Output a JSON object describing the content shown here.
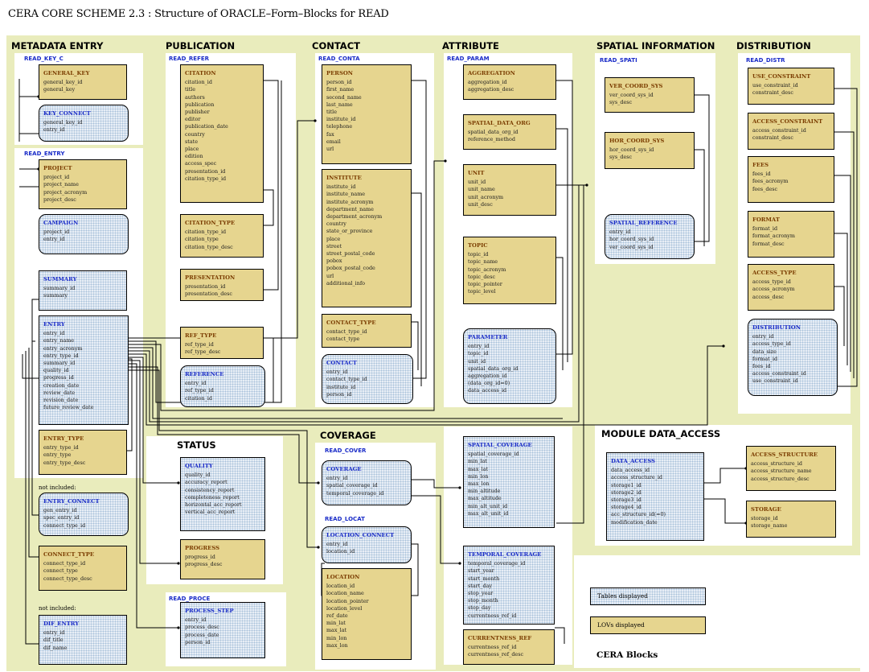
{
  "title": "CERA CORE SCHEME 2.3 :   Structure of ORACLE–Form–Blocks for READ",
  "sections": {
    "metadata": "METADATA ENTRY",
    "publication": "PUBLICATION",
    "contact": "CONTACT",
    "attribute": "ATTRIBUTE",
    "spatial": "SPATIAL INFORMATION",
    "distribution": "DISTRIBUTION",
    "status": "STATUS",
    "coverage": "COVERAGE",
    "module": "MODULE DATA_ACCESS"
  },
  "block_labels": {
    "read_key_c": "READ_KEY_C",
    "read_entry": "READ_ENTRY",
    "read_refer": "READ_REFER",
    "read_conta": "READ_CONTA",
    "read_param": "READ_PARAM",
    "read_spati": "READ_SPATI",
    "read_distr": "READ_DISTR",
    "read_cover": "READ_COVER",
    "read_locat": "READ_LOCAT",
    "read_proce": "READ_PROCE"
  },
  "notes": {
    "not_included_1": "not included:",
    "not_included_2": "not included:"
  },
  "legend": {
    "tables": "Tables displayed",
    "lovs": "LOVs displayed",
    "blocks": "CERA Blocks"
  },
  "boxes": {
    "general_key": {
      "title": "GENERAL_KEY",
      "fields": [
        "general_key_id",
        "general_key"
      ]
    },
    "key_connect": {
      "title": "KEY_CONNECT",
      "fields": [
        "general_key_id",
        "entry_id"
      ]
    },
    "project": {
      "title": "PROJECT",
      "fields": [
        "project_id",
        "project_name",
        "project_acronym",
        "project_desc"
      ]
    },
    "campaign": {
      "title": "CAMPAIGN",
      "fields": [
        "project_id",
        "entry_id"
      ]
    },
    "summary": {
      "title": "SUMMARY",
      "fields": [
        "summary_id",
        "summary"
      ]
    },
    "entry": {
      "title": "ENTRY",
      "fields": [
        "entry_id",
        "entry_name",
        "entry_acronym",
        "entry_type_id",
        "summary_id",
        "quality_id",
        "progress_id",
        "creation_date",
        "review_date",
        "revision_date",
        "future_review_date"
      ]
    },
    "entry_type": {
      "title": "ENTRY_TYPE",
      "fields": [
        "entry_type_id",
        "entry_type",
        "entry_type_desc"
      ]
    },
    "entry_connect": {
      "title": "ENTRY_CONNECT",
      "fields": [
        "gen_entry_id",
        "spec_entry_id",
        "connect_type_id"
      ]
    },
    "connect_type": {
      "title": "CONNECT_TYPE",
      "fields": [
        "connect_type_id",
        "connect_type",
        "connect_type_desc"
      ]
    },
    "dif_entry": {
      "title": "DIF_ENTRY",
      "fields": [
        "entry_id",
        "dif_title",
        "dif_name"
      ]
    },
    "citation": {
      "title": "CITATION",
      "fields": [
        "citation_id",
        "title",
        "authors",
        "publication",
        "publisher",
        "editor",
        "publication_date",
        "country",
        "state",
        "place",
        "edition",
        "access_spec",
        "presentation_id",
        "citation_type_id"
      ]
    },
    "citation_type": {
      "title": "CITATION_TYPE",
      "fields": [
        "citation_type_id",
        "citation_type",
        "citation_type_desc"
      ]
    },
    "presentation": {
      "title": "PRESENTATION",
      "fields": [
        "presentation_id",
        "presentation_desc"
      ]
    },
    "ref_type": {
      "title": "REF_TYPE",
      "fields": [
        "ref_type_id",
        "ref_type_desc"
      ]
    },
    "reference": {
      "title": "REFERENCE",
      "fields": [
        "entry_id",
        "ref_type_id",
        "citation_id"
      ]
    },
    "person": {
      "title": "PERSON",
      "fields": [
        "person_id",
        "first_name",
        "second_name",
        "last_name",
        "title",
        "institute_id",
        "telephone",
        "fax",
        "email",
        "url"
      ]
    },
    "institute": {
      "title": "INSTITUTE",
      "fields": [
        "institute_id",
        "institute_name",
        "institute_acronym",
        "department_name",
        "department_acronym",
        "country",
        "state_or_province",
        "place",
        "street",
        "street_postal_code",
        "pobox",
        "pobox_postal_code",
        "url",
        "additional_info"
      ]
    },
    "contact_type": {
      "title": "CONTACT_TYPE",
      "fields": [
        "contact_type_id",
        "contact_type"
      ]
    },
    "contact": {
      "title": "CONTACT",
      "fields": [
        "entry_id",
        "contact_type_id",
        "institute_id",
        "person_id"
      ]
    },
    "aggregation": {
      "title": "AGGREGATION",
      "fields": [
        "aggregation_id",
        "aggregation_desc"
      ]
    },
    "spatial_data_org": {
      "title": "SPATIAL_DATA_ORG",
      "fields": [
        "spatial_data_org_id",
        "reference_method"
      ]
    },
    "unit": {
      "title": "UNIT",
      "fields": [
        "unit_id",
        "unit_name",
        "unit_acronym",
        "unit_desc"
      ]
    },
    "topic": {
      "title": "TOPIC",
      "fields": [
        "topic_id",
        "topic_name",
        "topic_acronym",
        "topic_desc",
        "topic_pointer",
        "topic_level"
      ]
    },
    "parameter": {
      "title": "PARAMETER",
      "fields": [
        "entry_id",
        "topic_id",
        "unit_id",
        "spatial_data_org_id",
        "aggregation_id",
        "(data_org_id=0)",
        "data_access_id"
      ]
    },
    "ver_coord_sys": {
      "title": "VER_COORD_SYS",
      "fields": [
        "ver_coord_sys_id",
        "sys_desc"
      ]
    },
    "hor_coord_sys": {
      "title": "HOR_COORD_SYS",
      "fields": [
        "hor_coord_sys_id",
        "sys_desc"
      ]
    },
    "spatial_reference": {
      "title": "SPATIAL_REFERENCE",
      "fields": [
        "entry_id",
        "hor_coord_sys_id",
        "ver_coord_sys_id"
      ]
    },
    "use_constraint": {
      "title": "USE_CONSTRAINT",
      "fields": [
        "use_constraint_id",
        "constraint_desc"
      ]
    },
    "access_constraint": {
      "title": "ACCESS_CONSTRAINT",
      "fields": [
        "access_constraint_id",
        "constraint_desc"
      ]
    },
    "fees": {
      "title": "FEES",
      "fields": [
        "fees_id",
        "fees_acronym",
        "fees_desc"
      ]
    },
    "format": {
      "title": "FORMAT",
      "fields": [
        "format_id",
        "format_acronym",
        "format_desc"
      ]
    },
    "access_type": {
      "title": "ACCESS_TYPE",
      "fields": [
        "access_type_id",
        "access_acronym",
        "access_desc"
      ]
    },
    "distribution": {
      "title": "DISTRIBUTION",
      "fields": [
        "entry_id",
        "access_type_id",
        "data_size",
        "format_id",
        "fees_id",
        "access_constraint_id",
        "use_constraint_id"
      ]
    },
    "quality": {
      "title": "QUALITY",
      "fields": [
        "quality_id",
        "accuracy_report",
        "consistency_report",
        "completeness_report",
        "horizontal_acc_report",
        "vertical_acc_report"
      ]
    },
    "progress": {
      "title": "PROGRESS",
      "fields": [
        "progress_id",
        "progress_desc"
      ]
    },
    "process_step": {
      "title": "PROCESS_STEP",
      "fields": [
        "entry_id",
        "process_desc",
        "process_date",
        "person_id"
      ]
    },
    "coverage": {
      "title": "COVERAGE",
      "fields": [
        "entry_id",
        "spatial_coverage_id",
        "temporal_coverage_id"
      ]
    },
    "location_connect": {
      "title": "LOCATION_CONNECT",
      "fields": [
        "entry_id",
        "location_id"
      ]
    },
    "location": {
      "title": "LOCATION",
      "fields": [
        "location_id",
        "location_name",
        "location_pointer",
        "location_level",
        "ref_date",
        "min_lat",
        "max_lat",
        "min_lon",
        "max_lon"
      ]
    },
    "spatial_coverage": {
      "title": "SPATIAL_COVERAGE",
      "fields": [
        "spatial_coverage_id",
        "min_lat",
        "max_lat",
        "min_lon",
        "max_lon",
        "min_altitude",
        "max_altitude",
        "min_alt_unit_id",
        "max_alt_unit_id"
      ]
    },
    "temporal_coverage": {
      "title": "TEMPORAL_COVERAGE",
      "fields": [
        "temporal_coverage_id",
        "start_year",
        "start_month",
        "start_day",
        "stop_year",
        "stop_month",
        "stop_day",
        "currentness_ref_id"
      ]
    },
    "currentness_ref": {
      "title": "CURRENTNESS_REF",
      "fields": [
        "currentness_ref_id",
        "currentness_ref_desc"
      ]
    },
    "data_access": {
      "title": "DATA_ACCESS",
      "fields": [
        "data_access_id",
        "access_structure_id",
        "storage1_id",
        "storage2_id",
        "storage3_id",
        "storage4_id",
        "acc_structure_id(=0)",
        "modification_date"
      ]
    },
    "access_structure": {
      "title": "ACCESS_STRUCTURE",
      "fields": [
        "access_structure_id",
        "access_structure_name",
        "access_structure_desc"
      ]
    },
    "storage": {
      "title": "STORAGE",
      "fields": [
        "storage_id",
        "storage_name"
      ]
    }
  }
}
